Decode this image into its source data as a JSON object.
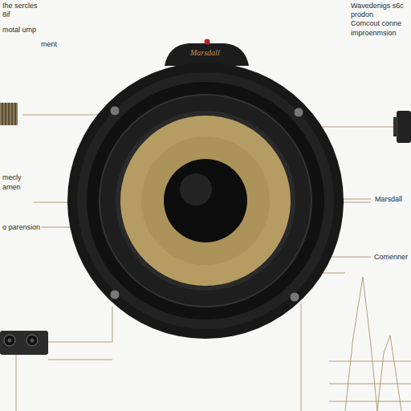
{
  "diagram": {
    "labels": [
      "Ihe sercles",
      "8if",
      "motal ump",
      "ment",
      "mecly",
      "amen",
      "o parension",
      "Wavedenigs s6c",
      "prodon",
      "Comcout conne",
      "improenmsion",
      "Marsdall",
      "Comenner",
      "Marsdall"
    ]
  }
}
